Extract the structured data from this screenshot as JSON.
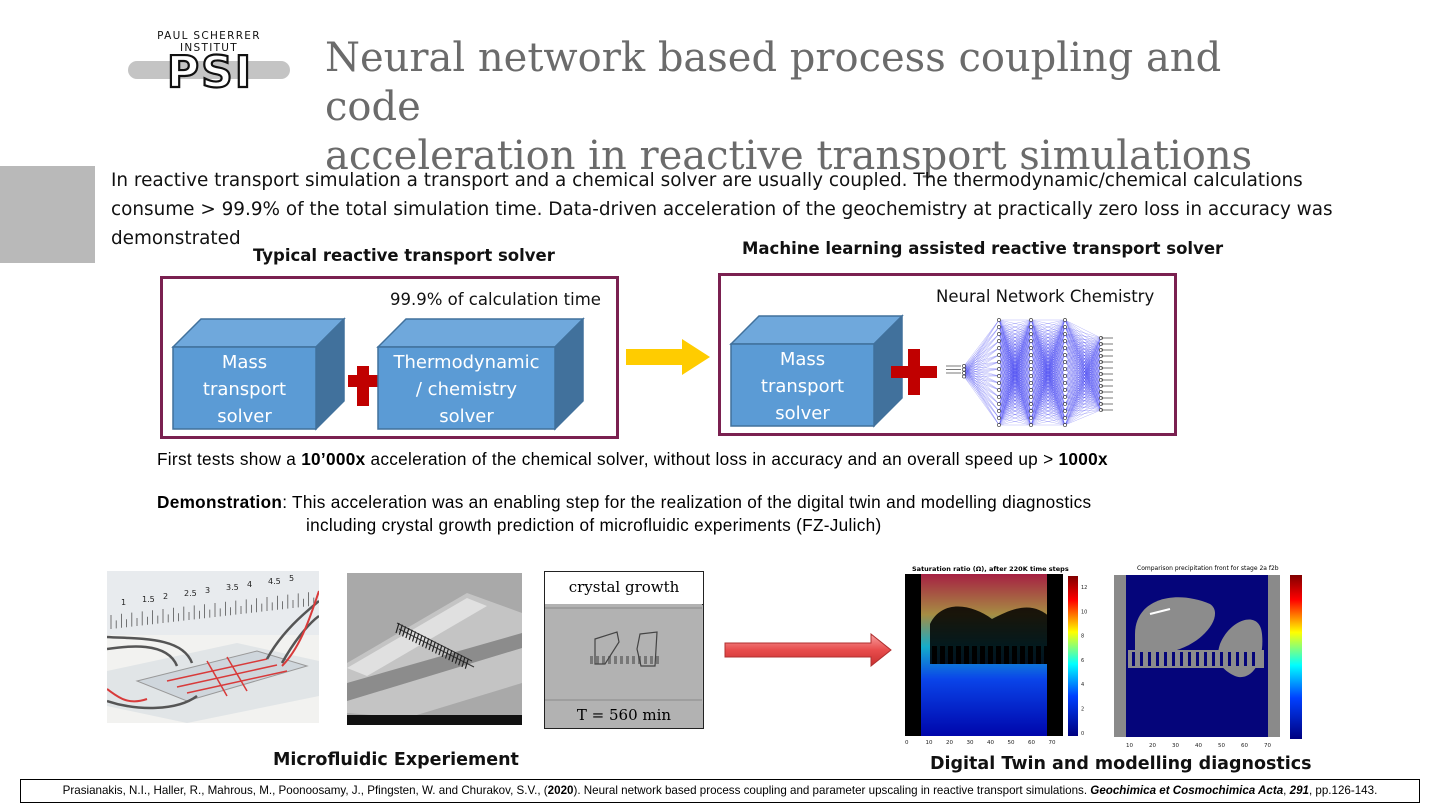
{
  "header": {
    "institute": "PAUL SCHERRER INSTITUT",
    "logo_text": "PSI",
    "title_line1": "Neural network based process coupling and code",
    "title_line2": "acceleration in reactive transport simulations"
  },
  "intro": {
    "line1": "In reactive transport simulation a transport and a chemical solver are usually coupled. The thermodynamic/chemical calculations",
    "line2": "consume > 99.9% of the total simulation time. Data-driven acceleration of the geochemistry at practically zero loss in accuracy was demonstrated"
  },
  "left_panel": {
    "heading": "Typical reactive transport solver",
    "note": "99.9% of calculation time",
    "cube1": [
      "Mass",
      "transport",
      "solver"
    ],
    "cube2": [
      "Thermodynamic",
      "/ chemistry",
      "solver"
    ]
  },
  "right_panel": {
    "heading": "Machine learning assisted reactive transport solver",
    "note": "Neural Network Chemistry",
    "cube1": [
      "Mass",
      "transport",
      "solver"
    ]
  },
  "tests": {
    "prefix": "First tests show a ",
    "accel": "10’000x",
    "middle": " acceleration of the chemical solver, without loss in accuracy and an overall speed up > ",
    "speedup": "1000x"
  },
  "demonstration": {
    "label": "Demonstration",
    "line1": ": This acceleration was an enabling step for the realization of the digital twin and modelling diagnostics",
    "line2": "including crystal growth prediction of microfluidic experiments (FZ-Julich)"
  },
  "images": {
    "crystal_title": "crystal growth",
    "crystal_time": "T = 560 min",
    "sat_title": "Saturation ratio (Ω), after 220K time steps",
    "comp_title": "Comparison precipitation front for stage 2a f2b",
    "ruler_labels": [
      "1",
      "1.5",
      "2",
      "2.5",
      "3",
      "3.5",
      "4",
      "4.5",
      "5"
    ],
    "x_ticks": [
      "0",
      "10",
      "20",
      "30",
      "40",
      "50",
      "60",
      "70"
    ],
    "sat_cbar_ticks": [
      "12",
      "10",
      "8",
      "6",
      "4",
      "2",
      "0"
    ]
  },
  "captions": {
    "microfluidic": "Microfluidic Experiement",
    "digital_twin": "Digital Twin and modelling diagnostics"
  },
  "reference": {
    "authors": "Prasianakis, N.I., Haller, R., Mahrous, M., Poonoosamy, J., Pfingsten, W. and Churakov, S.V., (",
    "year": "2020",
    "title": "). Neural network based process coupling and parameter upscaling in reactive transport simulations. ",
    "journal": "Geochimica et Cosmochimica Acta",
    "sep": ", ",
    "volume": "291",
    "pages": ", pp.126-143."
  },
  "colors": {
    "cube_front": "#5b9bd5",
    "cube_top": "#6fa8dc",
    "cube_side": "#41719c",
    "panel_border": "#7a2050",
    "plus": "#c00000",
    "arrow_yellow": "#ffcc00",
    "arrow_red": "#e84c4c"
  }
}
